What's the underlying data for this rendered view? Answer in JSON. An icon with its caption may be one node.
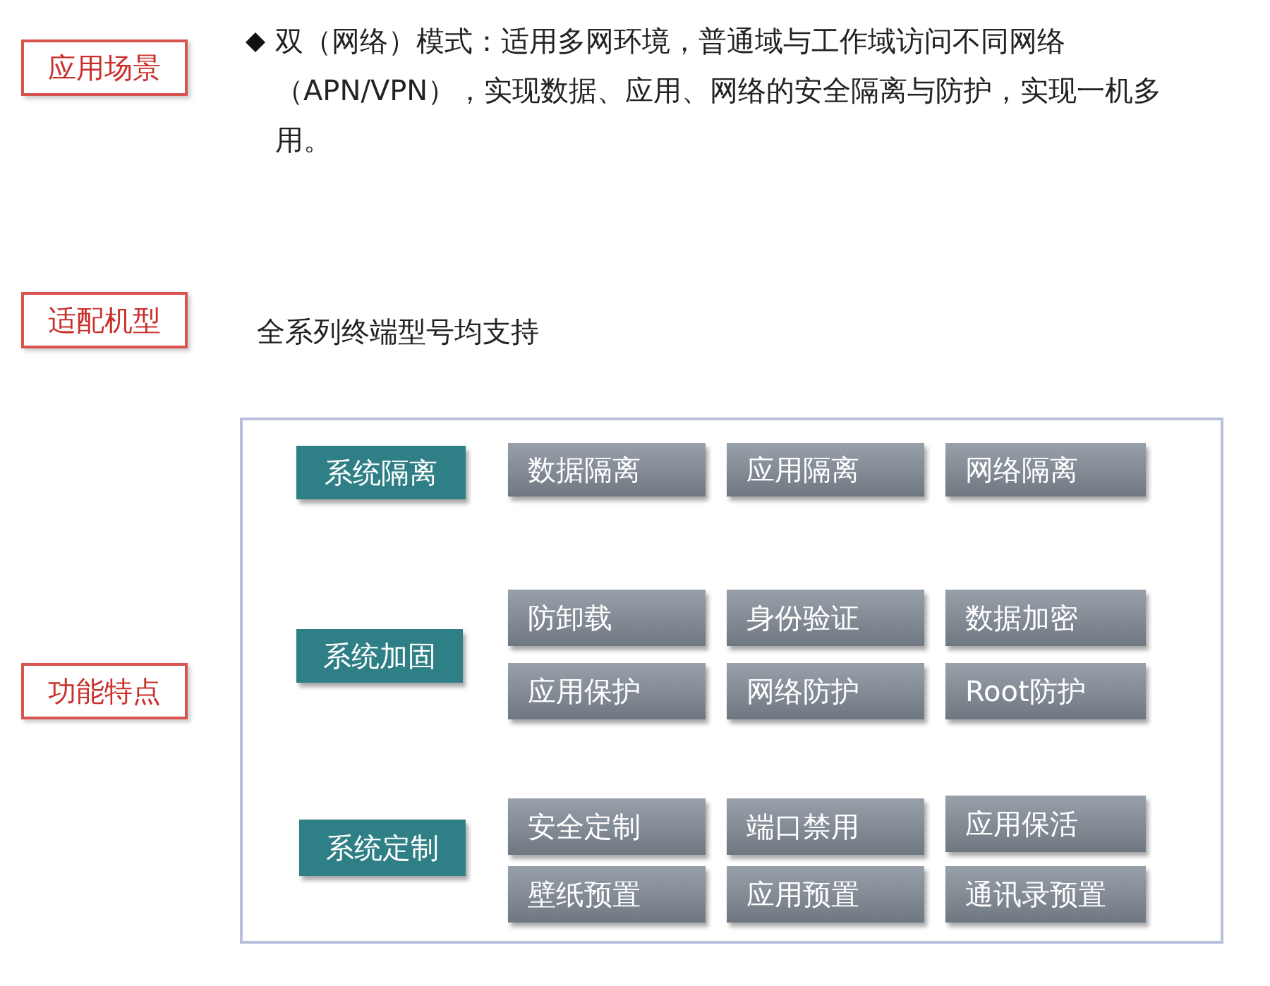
{
  "diagram": {
    "nodes": [
      {
        "text": [
          "应用场景"
        ]
      },
      {
        "text": [
          "适配机型"
        ]
      },
      {
        "text": [
          "功能特点"
        ]
      },
      {
        "text": [],
        "shape": "box"
      },
      {
        "text": [
          "系统隔离"
        ],
        "in": 3
      },
      {
        "text": [
          "数据隔离"
        ],
        "in": 3
      },
      {
        "text": [
          "应用隔离"
        ],
        "in": 3
      },
      {
        "text": [
          "网络隔离"
        ],
        "in": 3
      },
      {
        "text": [
          "系统加固"
        ],
        "in": 3
      },
      {
        "text": [
          "防卸载"
        ],
        "in": 3
      },
      {
        "text": [
          "身份验证"
        ],
        "in": 3
      },
      {
        "text": [
          "数据加密"
        ],
        "in": 3
      },
      {
        "text": [
          "应用保护"
        ],
        "in": 3
      },
      {
        "text": [
          "网络防护"
        ],
        "in": 3
      },
      {
        "text": [
          "Root防护"
        ],
        "in": 3
      },
      {
        "text": [
          "系统定制"
        ],
        "in": 3
      },
      {
        "text": [
          "安全定制"
        ],
        "in": 3
      },
      {
        "text": [
          "端口禁用"
        ],
        "in": 3
      },
      {
        "text": [
          "应用保活"
        ],
        "in": 3
      },
      {
        "text": [
          "壁纸预置"
        ],
        "in": 3
      },
      {
        "text": [
          "应用预置"
        ],
        "in": 3
      },
      {
        "text": [
          "通讯录预置"
        ],
        "in": 3
      }
    ],
    "labels": [
      "双（网络）模式：适用多网环境，普通域与工作域访问不同网络（APN/VPN），实现数据、应用、网络的安全隔离与防护，实现一机多用。",
      "全系列终端型号均支持"
    ]
  }
}
